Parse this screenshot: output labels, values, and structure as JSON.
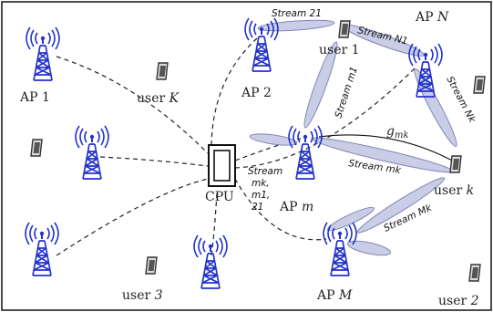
{
  "labels": {
    "ap1": "AP 1",
    "ap2": "AP 2",
    "apN_prefix": "AP",
    "apN_var": "N",
    "apm_prefix": "AP",
    "apm_var": "m",
    "apM_prefix": "AP",
    "apM_var": "M",
    "cpu": "CPU",
    "userK_prefix": "user",
    "userK_var": "K",
    "user1": "user 1",
    "userk_prefix": "user",
    "userk_var": "k",
    "user3_prefix": "user",
    "user3_var": "3",
    "user2_prefix": "user",
    "user2_var": "2"
  },
  "streams": {
    "s21": "Stream 21",
    "sN1": "Stream N1",
    "sm1": "Stream m1",
    "sNk": "Stream Nk",
    "smk": "Stream mk",
    "sMk": "Stream Mk",
    "cpu_line1": "Stream",
    "cpu_line2": "mk,",
    "cpu_line3": "m1,",
    "cpu_line4": "21"
  },
  "channel": {
    "g": "g",
    "sub": "mk"
  },
  "colors": {
    "tower": "#2233cc",
    "beam_fill": "#c9cde6",
    "beam_stroke": "#7f86b8",
    "phone": "#555555",
    "cpu": "#111111",
    "frame": "#111111"
  }
}
